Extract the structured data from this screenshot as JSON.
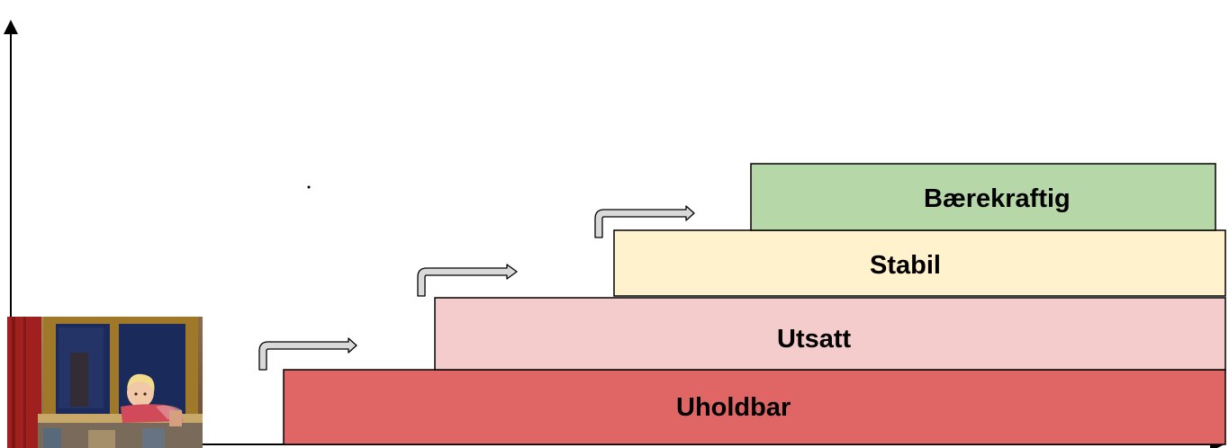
{
  "diagram": {
    "steps": [
      {
        "id": "uholdbar",
        "label": "Uholdbar",
        "color": "#e06666"
      },
      {
        "id": "utsatt",
        "label": "Utsatt",
        "color": "#f4cccc"
      },
      {
        "id": "stabil",
        "label": "Stabil",
        "color": "#fff2cc"
      },
      {
        "id": "baerekraftig",
        "label": "Bærekraftig",
        "color": "#b6d7a8"
      }
    ],
    "arrow_color": "#d9d9d9",
    "outline_color": "#000000",
    "photo": {
      "subject": "child-leaning-out-of-window",
      "window_frame_color": "#a0782a",
      "curtain_color": "#a02020",
      "interior_color": "#1a2a5a",
      "wall_color": "#b09060",
      "sweater_color": "#d04a5a"
    }
  }
}
